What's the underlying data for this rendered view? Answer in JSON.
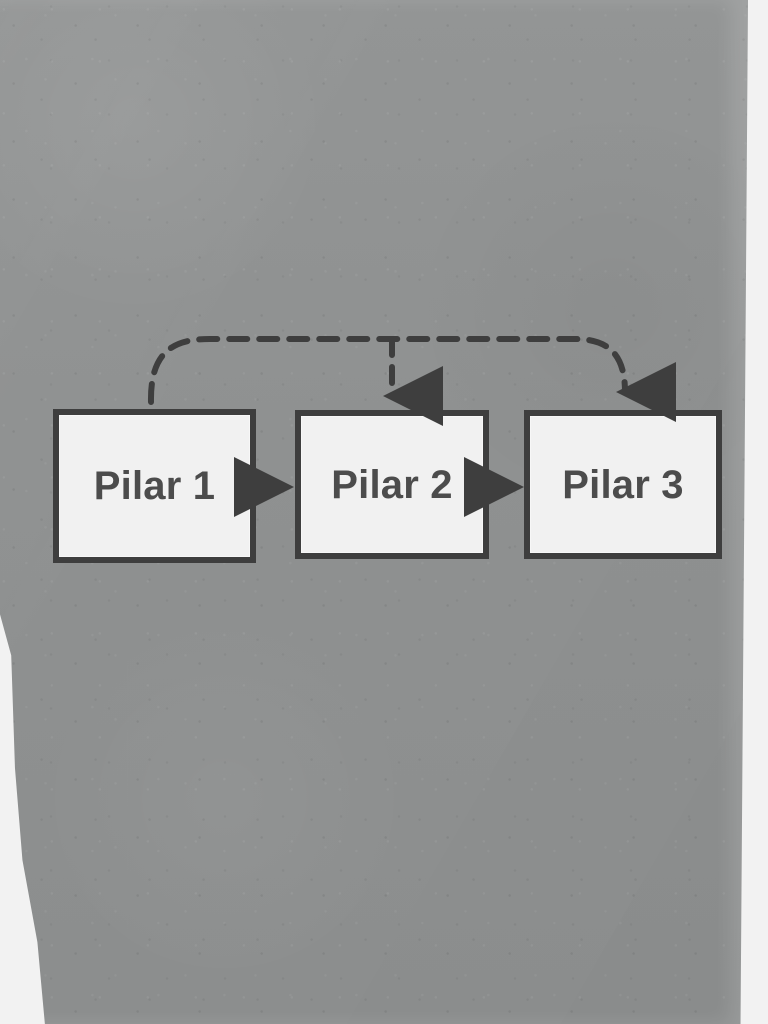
{
  "diagram": {
    "nodes": [
      {
        "label": "Pilar 1"
      },
      {
        "label": "Pilar 2"
      },
      {
        "label": "Pilar 3"
      }
    ],
    "colors": {
      "paper": "#8f9191",
      "box_fill": "#f1f1f1",
      "box_stroke": "#3e3e3e",
      "label": "#4c4c4c"
    }
  }
}
